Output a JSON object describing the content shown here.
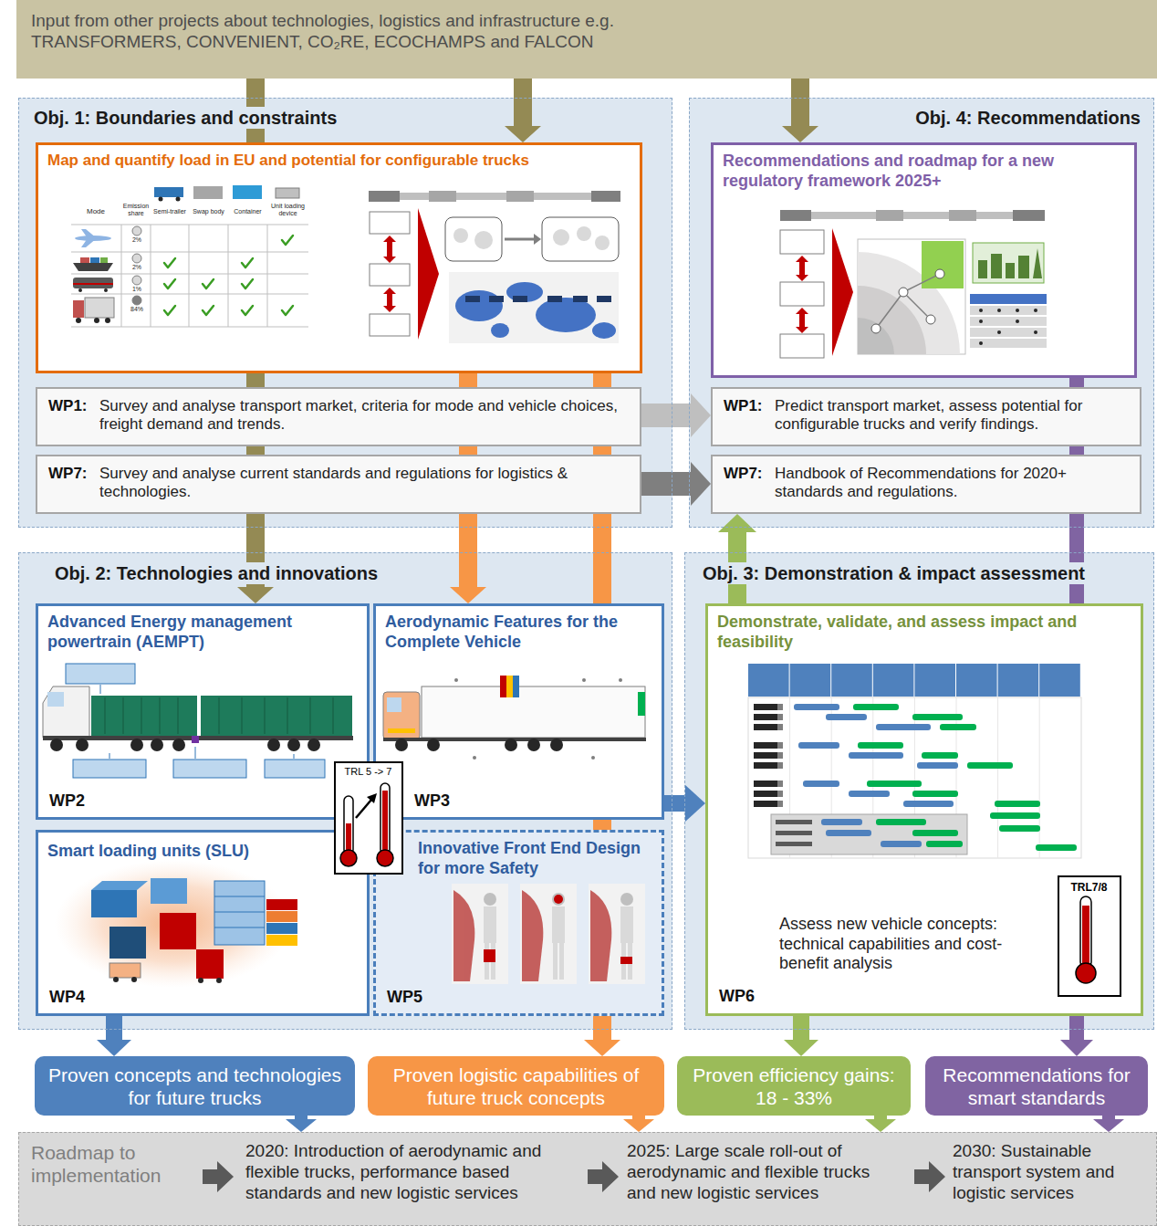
{
  "diagram": {
    "nodes": [
      {
        "text": [
          "Input from other projects about technologies, logistics and infrastructure e.g. TRANSFORMERS, CONVENIENT, CO₂RE, ECOCHAMPS and FALCON"
        ]
      },
      {
        "text": [
          "Obj. 1: Boundaries and constraints"
        ]
      },
      {
        "text": [
          "Map and quantify load in EU and potential for configurable trucks"
        ],
        "in": 1
      },
      {
        "text": [
          "WP1:",
          "Survey and analyse transport market, criteria for mode and vehicle choices, freight demand and trends."
        ],
        "in": 1
      },
      {
        "text": [
          "WP7:",
          "Survey and analyse current standards and regulations for logistics & technologies."
        ],
        "in": 1
      },
      {
        "text": [
          "Obj. 4: Recommendations"
        ]
      },
      {
        "text": [
          "Recommendations and roadmap for a new regulatory framework 2025+"
        ],
        "in": 5
      },
      {
        "text": [
          "WP1:",
          "Predict transport market, assess potential for configurable trucks and verify findings."
        ],
        "in": 5
      },
      {
        "text": [
          "WP7:",
          "Handbook of Recommendations for 2020+ standards and regulations."
        ],
        "in": 5
      },
      {
        "text": [
          "Obj. 2: Technologies and innovations"
        ]
      },
      {
        "text": [
          "Advanced Energy management powertrain (AEMPT)",
          "WP2"
        ],
        "in": 9
      },
      {
        "text": [
          "Aerodynamic Features for the Complete Vehicle",
          "WP3"
        ],
        "in": 9
      },
      {
        "text": [
          "Smart loading units (SLU)",
          "WP4"
        ],
        "in": 9
      },
      {
        "text": [
          "Innovative Front End Design for more Safety",
          "WP5"
        ],
        "in": 9
      },
      {
        "text": [
          "TRL 5 -> 7"
        ],
        "in": 9
      },
      {
        "text": [
          "Obj. 3: Demonstration & impact assessment"
        ]
      },
      {
        "text": [
          "Demonstrate, validate, and assess impact and feasibility",
          "Assess new vehicle concepts: technical capabilities and cost-benefit analysis",
          "WP6"
        ],
        "in": 15
      },
      {
        "text": [
          "TRL7/8"
        ],
        "in": 16
      },
      {
        "text": [
          "Proven concepts and technologies for future trucks"
        ]
      },
      {
        "text": [
          "Proven logistic capabilities of future truck concepts"
        ]
      },
      {
        "text": [
          "Proven efficiency gains: 18 - 33%"
        ]
      },
      {
        "text": [
          "Recommendations for smart standards"
        ]
      },
      {
        "text": [
          "Roadmap to implementation",
          "2020: Introduction of aerodynamic and flexible trucks, performance based standards and new logistic services",
          "2025: Large scale roll-out of aerodynamic and flexible trucks and new logistic services",
          "2030: Sustainable transport system and logistic services"
        ]
      }
    ],
    "edges": [
      {
        "from": 0,
        "to": 2,
        "arrow": "to"
      },
      {
        "from": 0,
        "to": 10,
        "arrow": "to"
      },
      {
        "from": 0,
        "to": 6,
        "arrow": "to"
      },
      {
        "from": 2,
        "to": 11,
        "arrow": "to"
      },
      {
        "from": 2,
        "to": 19,
        "arrow": "to"
      },
      {
        "from": 3,
        "to": 7,
        "arrow": "to"
      },
      {
        "from": 4,
        "to": 8,
        "arrow": "to"
      },
      {
        "from": 16,
        "to": 8,
        "arrow": "to"
      },
      {
        "from": 6,
        "to": 21,
        "arrow": "to"
      },
      {
        "from": 11,
        "to": 16,
        "arrow": "to"
      },
      {
        "from": 12,
        "to": 18,
        "arrow": "to"
      },
      {
        "from": 16,
        "to": 20,
        "arrow": "to"
      },
      {
        "from": 18,
        "to": 22,
        "arrow": "to"
      },
      {
        "from": 19,
        "to": 22,
        "arrow": "to"
      },
      {
        "from": 20,
        "to": 22,
        "arrow": "to"
      },
      {
        "from": 21,
        "to": 22,
        "arrow": "to"
      }
    ],
    "labels": [
      "Mode",
      "Emission share",
      "Semi-trailer",
      "Swap body",
      "Container",
      "Unit loading device",
      "2%",
      "2%",
      "1%",
      "84%"
    ]
  }
}
